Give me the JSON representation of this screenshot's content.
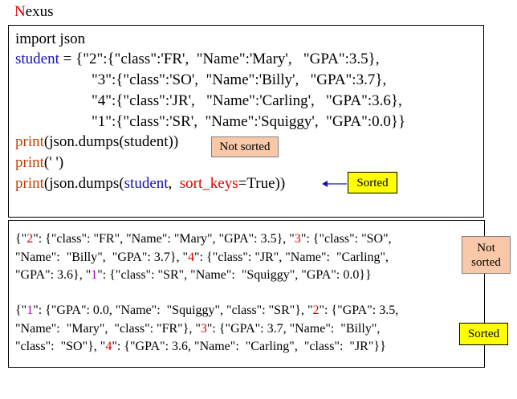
{
  "header": {
    "title_first_letter": "N",
    "title_rest": "exus"
  },
  "code": {
    "line1": "import json",
    "line2_var": "student",
    "line2_rest": " = {\"2\":{\"class\":'FR',  \"Name\":'Mary',   \"GPA\":3.5},",
    "line3": "\"3\":{\"class\":'SO',  \"Name\":'Billy',   \"GPA\":3.7},",
    "line4": "\"4\":{\"class\":'JR',   \"Name\":'Carling',   \"GPA\":3.6},",
    "line5": "\"1\":{\"class\":'SR',  \"Name\":'Squiggy',  \"GPA\":0.0}}",
    "line6_print": "print",
    "line6_rest": "(json.dumps(student))",
    "line7_print": "print",
    "line7_rest": "(' ')",
    "line8_print": "print",
    "line8_mid1": "(json.dumps(",
    "line8_student": "student",
    "line8_mid2": ",  ",
    "line8_sortkeys": "sort_keys",
    "line8_end": "=True))"
  },
  "notes": {
    "not_sorted_top": "Not sorted",
    "sorted_top": "Sorted",
    "not_sorted_right_line1": "Not",
    "not_sorted_right_line2": "sorted",
    "sorted_right": "Sorted"
  },
  "output": {
    "unsorted": {
      "l1_a": "{\"",
      "l1_k2": "2",
      "l1_b": "\": {\"class\": \"FR\", \"Name\": \"Mary\", \"GPA\": 3.5}, \"",
      "l1_k3": "3",
      "l1_c": "\": {\"class\": \"SO\",",
      "l2_a": "\"Name\":  \"Billy\",  \"GPA\": 3.7}, \"",
      "l2_k4": "4",
      "l2_b": "\": {\"class\": \"JR\", \"Name\":  \"Carling\",",
      "l3_a": "\"GPA\": 3.6}, \"",
      "l3_k1": "1",
      "l3_b": "\": {\"class\": \"SR\", \"Name\":  \"Squiggy\", \"GPA\": 0.0}}"
    },
    "sorted": {
      "l1_a": "{\"",
      "l1_k1": "1",
      "l1_b": "\": {\"GPA\": 0.0, \"Name\":  \"Squiggy\", \"class\": \"SR\"}, \"",
      "l1_k2": "2",
      "l1_c": "\": {\"GPA\": 3.5,",
      "l2_a": "\"Name\":  \"Mary\",  \"class\": \"FR\"}, \"",
      "l2_k3": "3",
      "l2_b": "\": {\"GPA\": 3.7, \"Name\":  \"Billy\",",
      "l3_a": "\"class\":  \"SO\"}, \"",
      "l3_k4": "4",
      "l3_b": "\": {\"GPA\": 3.6, \"Name\":  \"Carling\",  \"class\":  \"JR\"}}"
    }
  },
  "colors": {
    "title_accent": "#e00000",
    "keyword_blue": "#1010c0",
    "keyword_brown": "#c04000",
    "keyword_red": "#e00000",
    "keyword_purple": "#b000b0",
    "note_salmon": "#f8c8a8",
    "note_yellow": "#ffff00"
  }
}
